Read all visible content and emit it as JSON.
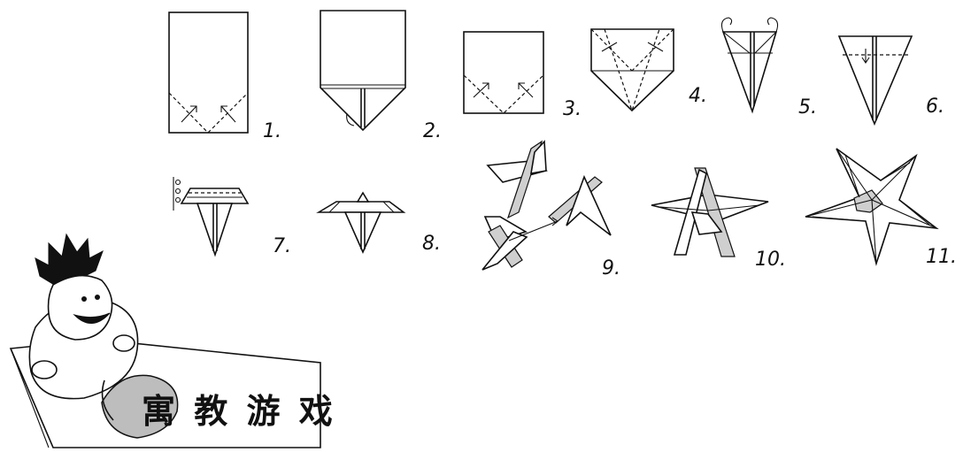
{
  "steps": [
    {
      "label": "1."
    },
    {
      "label": "2."
    },
    {
      "label": "3."
    },
    {
      "label": "4."
    },
    {
      "label": "5."
    },
    {
      "label": "6."
    },
    {
      "label": "7."
    },
    {
      "label": "8."
    },
    {
      "label": "9."
    },
    {
      "label": "10."
    },
    {
      "label": "11."
    }
  ],
  "banner": {
    "title": "寓 教 游 戏"
  }
}
